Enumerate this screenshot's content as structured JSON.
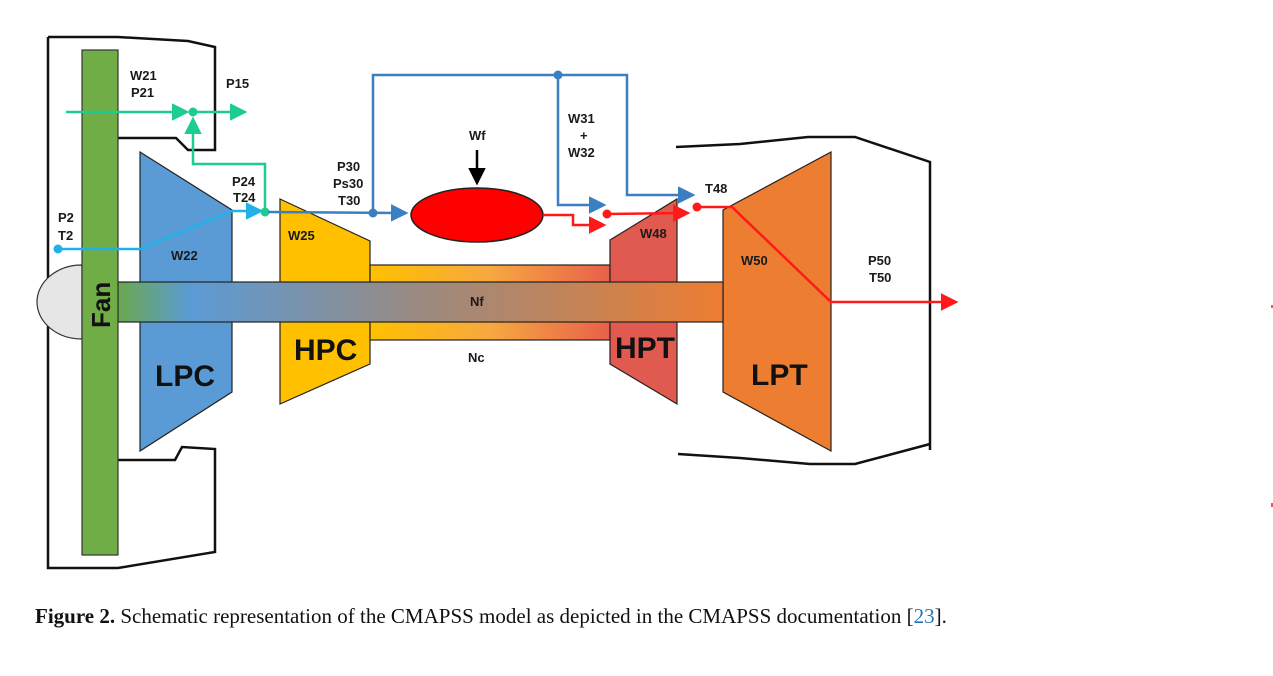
{
  "figure": {
    "caption_label": "Figure 2.",
    "caption_text": " Schematic representation of the CMAPSS model as depicted in the CMAPSS documentation [",
    "caption_ref": "23",
    "caption_end": "]."
  },
  "components": {
    "fan": "Fan",
    "lpc": "LPC",
    "hpc": "HPC",
    "hpt": "HPT",
    "lpt": "LPT",
    "combustor": ""
  },
  "labels": {
    "w21": "W21",
    "p21": "P21",
    "p15": "P15",
    "p2": "P2",
    "t2": "T2",
    "w22": "W22",
    "p24": "P24",
    "t24": "T24",
    "w25": "W25",
    "p30": "P30",
    "ps30": "Ps30",
    "t30": "T30",
    "wf": "Wf",
    "w31": "W31",
    "plus": "+",
    "w32": "W32",
    "t48": "T48",
    "w48": "W48",
    "w50": "W50",
    "p50": "P50",
    "t50": "T50",
    "nf": "Nf",
    "nc": "Nc"
  },
  "colors": {
    "fan": "#70ad47",
    "lpc": "#5b9bd5",
    "hpc": "#ffc000",
    "hpt": "#e05a50",
    "lpt": "#ed7d31",
    "combustor": "#ff0000",
    "bypass_flow": "#1fcc8f",
    "core_inlet_flow": "#1fb2e8",
    "compressor_flow": "#3a7fc1",
    "hot_flow": "#ff1a1a",
    "spinner": "#e6e6e6",
    "citation": "#1f77b4"
  }
}
